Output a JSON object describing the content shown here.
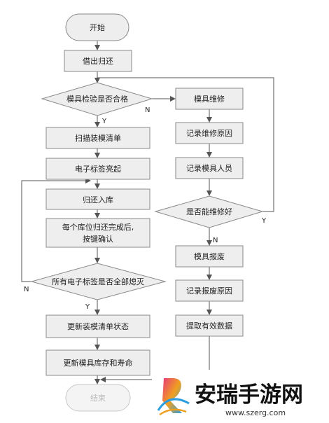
{
  "nodes": {
    "start": "开始",
    "borrow_return": "借出归还",
    "inspect": "模具检验是否合格",
    "scan": "扫描装模清单",
    "tag_light": "电子标签亮起",
    "return_store": "归还入库",
    "confirm_1": "每个库位归还完成后,",
    "confirm_2": "按键确认",
    "all_off": "所有电子标签是否全部熄灭",
    "update_list": "更新装模清单状态",
    "update_life": "更新模具库存和寿命",
    "end": "结束",
    "repair": "模具维修",
    "rec_reason": "记录维修原因",
    "rec_staff": "记录模具人员",
    "repair_ok": "是否能维修好",
    "scrap": "模具报废",
    "rec_scrap": "记录报废原因",
    "extract": "提取有效数据"
  },
  "edge_labels": {
    "inspect_yes": "Y",
    "inspect_no": "N",
    "all_off_yes": "Y",
    "all_off_no": "N",
    "repair_yes": "Y",
    "repair_no": "N"
  },
  "watermark": {
    "text": "安瑞手游网",
    "url": "www.szerg.com"
  },
  "colors": {
    "box_fill": "#eeeeee",
    "box_stroke": "#8a8a8a",
    "edge": "#555555"
  }
}
